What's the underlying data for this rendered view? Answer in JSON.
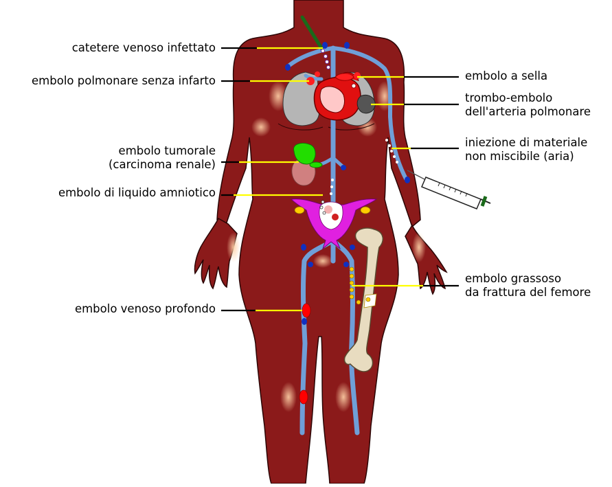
{
  "labels": {
    "catheter": "catetere venoso infettato",
    "pulmonary_no_infarct": "embolo polmonare senza infarto",
    "tumor_line1": "embolo tumorale",
    "tumor_line2": "(carcinoma renale)",
    "amniotic": "embolo di liquido amniotico",
    "deep_vein": "embolo venoso profondo",
    "saddle": "embolo a sella",
    "thrombo_line1": "trombo-embolo",
    "thrombo_line2": "dell'arteria polmonare",
    "injection_line1": "iniezione di materiale",
    "injection_line2": "non miscibile (aria)",
    "fat_line1": "embolo grassoso",
    "fat_line2": "da frattura del femore"
  },
  "colors": {
    "skin": "#8b1a1a",
    "skin_outline": "#2a0505",
    "vein": "#6f9fd8",
    "leader_yellow": "#ffff00",
    "leader_black": "#000000",
    "lung": "#b5b5b5",
    "heart": "#e01010",
    "kidney_tumor": "#22dd00",
    "uterus": "#e020e0",
    "bone": "#e8dcc0",
    "embolus_red": "#ff0000"
  }
}
